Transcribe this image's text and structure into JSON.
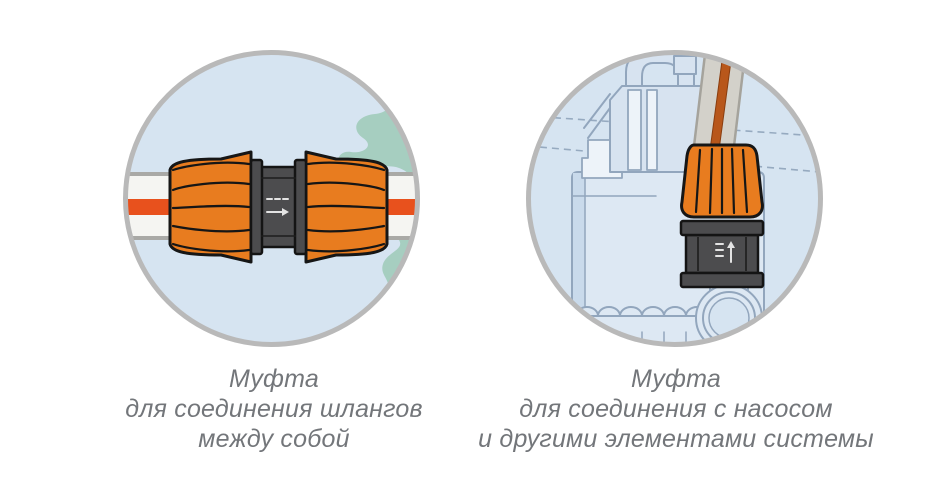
{
  "page": {
    "background": "#ffffff"
  },
  "figures": [
    {
      "id": "hose-to-hose",
      "caption_lines": [
        "Муфта",
        "для соединения шлангов",
        "между собой"
      ]
    },
    {
      "id": "hose-to-pump",
      "caption_lines": [
        "Муфта",
        "для соединения с насосом",
        "и другими элементами системы"
      ]
    }
  ],
  "colors": {
    "circle_fill": "#d6e4f1",
    "circle_border": "#b9b9b9",
    "coupling_orange": "#e87c1f",
    "coupling_dark": "#4c4c4e",
    "hose_white": "#f5f5f2",
    "hose_stripe": "#e8511d",
    "leaf_green": "#a6cec0",
    "pump_line": "#92a6bd",
    "pump_fill": "#dde8f3",
    "cable": "#b8571b",
    "caption_text": "#73767a"
  }
}
